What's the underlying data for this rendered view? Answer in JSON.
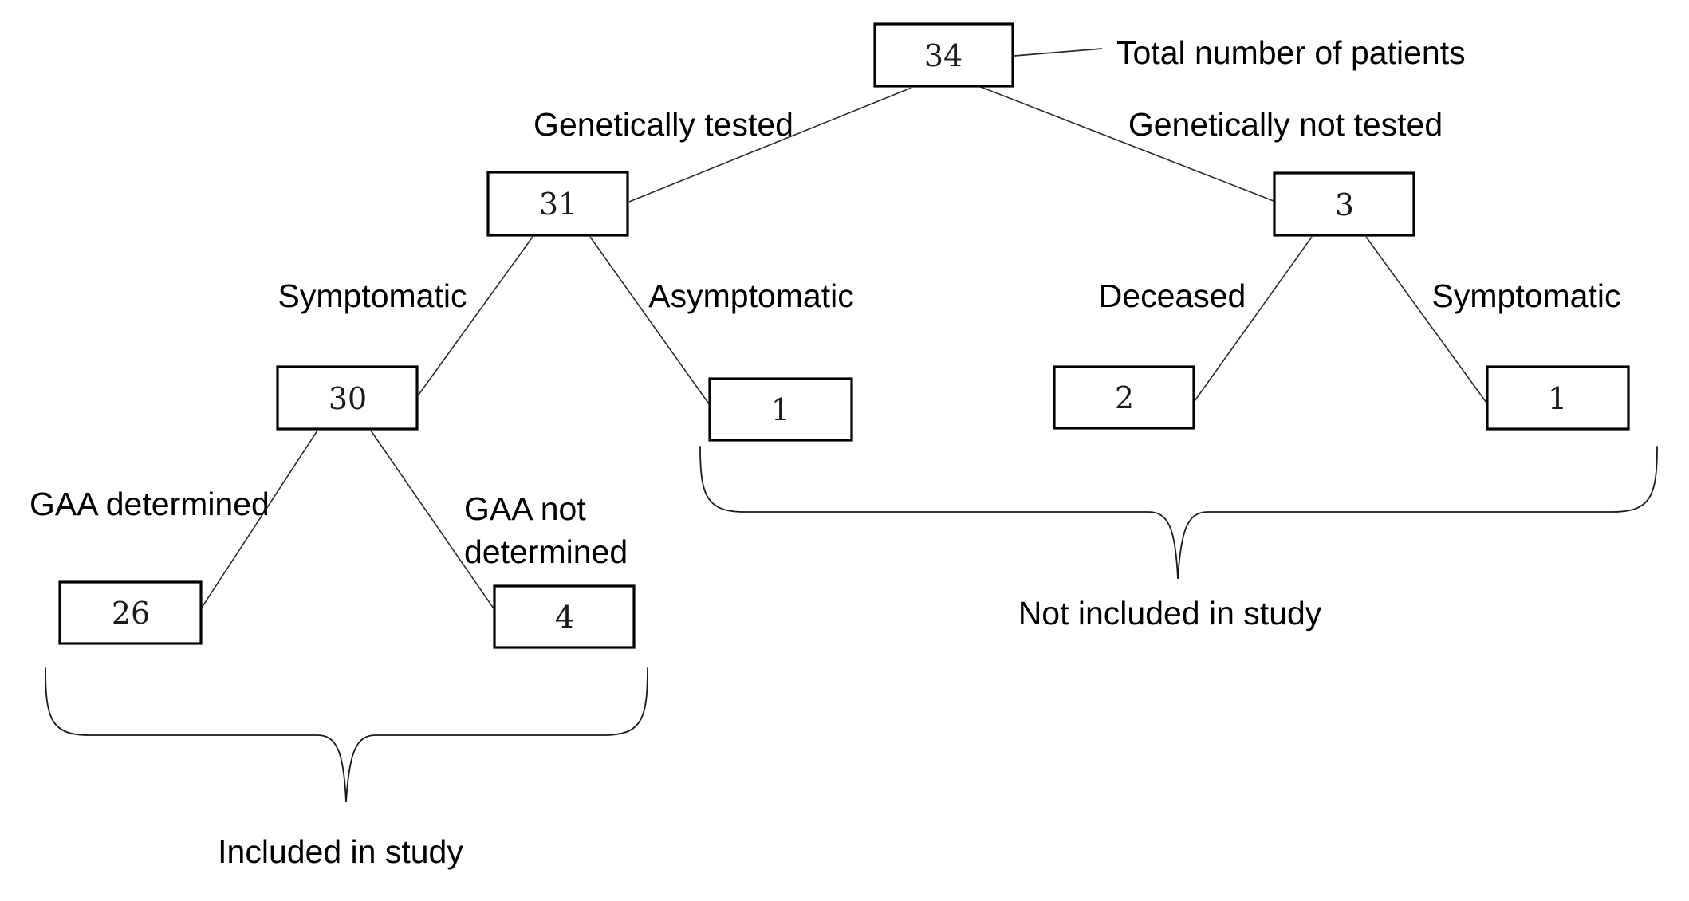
{
  "diagram": {
    "callout": "Total number of patients",
    "nodes": {
      "total": {
        "value": "34"
      },
      "tested": {
        "value": "31",
        "branch_label": "Genetically tested"
      },
      "not_tested": {
        "value": "3",
        "branch_label": "Genetically not tested"
      },
      "symptomatic": {
        "value": "30",
        "branch_label": "Symptomatic"
      },
      "asymptomatic": {
        "value": "1",
        "branch_label": "Asymptomatic"
      },
      "deceased": {
        "value": "2",
        "branch_label": "Deceased"
      },
      "nt_symptomatic": {
        "value": "1",
        "branch_label": "Symptomatic"
      },
      "gaa_determined": {
        "value": "26",
        "branch_label": "GAA determined"
      },
      "gaa_not_determined": {
        "value": "4",
        "branch_label_line1": "GAA not",
        "branch_label_line2": "determined"
      }
    },
    "groups": {
      "included": "Included in study",
      "not_included": "Not included in study"
    },
    "colors": {
      "background": "#ffffff",
      "line": "#000000",
      "text": "#000000"
    }
  }
}
